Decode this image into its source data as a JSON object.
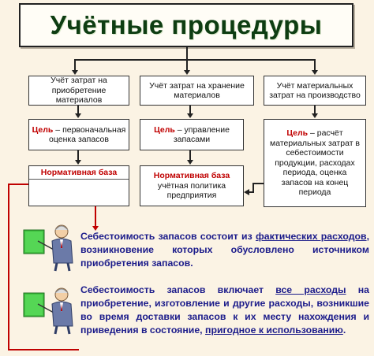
{
  "title": "Учётные процедуры",
  "columns": [
    {
      "header": "Учёт затрат на приобретение материалов",
      "goal_label": "Цель",
      "goal_text": " – первоначальная оценка запасов",
      "base_label": "Нормативная база",
      "base_text": ""
    },
    {
      "header": "Учёт затрат на хранение материалов",
      "goal_label": "Цель",
      "goal_text": " – управление запасами",
      "base_label": "Нормативная база",
      "base_text": "учётная политика предприятия"
    },
    {
      "header": "Учёт материальных затрат на производство",
      "goal_label": "Цель",
      "goal_text": " – расчёт материальных затрат в себестоимости продукции, расходах периода, оценка запасов на конец периода",
      "base_label": "",
      "base_text": ""
    }
  ],
  "paragraphs": [
    {
      "parts": [
        {
          "text": "Себестоимость запасов состоит из ",
          "u": false
        },
        {
          "text": "фактических расходов",
          "u": true
        },
        {
          "text": ", возникновение которых обусловлено источником приобретения запасов.",
          "u": false
        }
      ]
    },
    {
      "parts": [
        {
          "text": "Себестоимость запасов включает ",
          "u": false
        },
        {
          "text": "все расходы",
          "u": true
        },
        {
          "text": " на приобретение, изготовление и другие расходы, возникшие во время доставки запасов к их месту нахождения и приведения в состояние, ",
          "u": false
        },
        {
          "text": "пригодное к использованию",
          "u": true
        },
        {
          "text": ".",
          "u": false
        }
      ]
    }
  ],
  "colors": {
    "title": "#0e3d12",
    "accent_red": "#c00000",
    "paragraph_text": "#1b1b8a",
    "background": "#fbf3e4"
  },
  "icons": [
    "teacher-pointer-figure"
  ]
}
